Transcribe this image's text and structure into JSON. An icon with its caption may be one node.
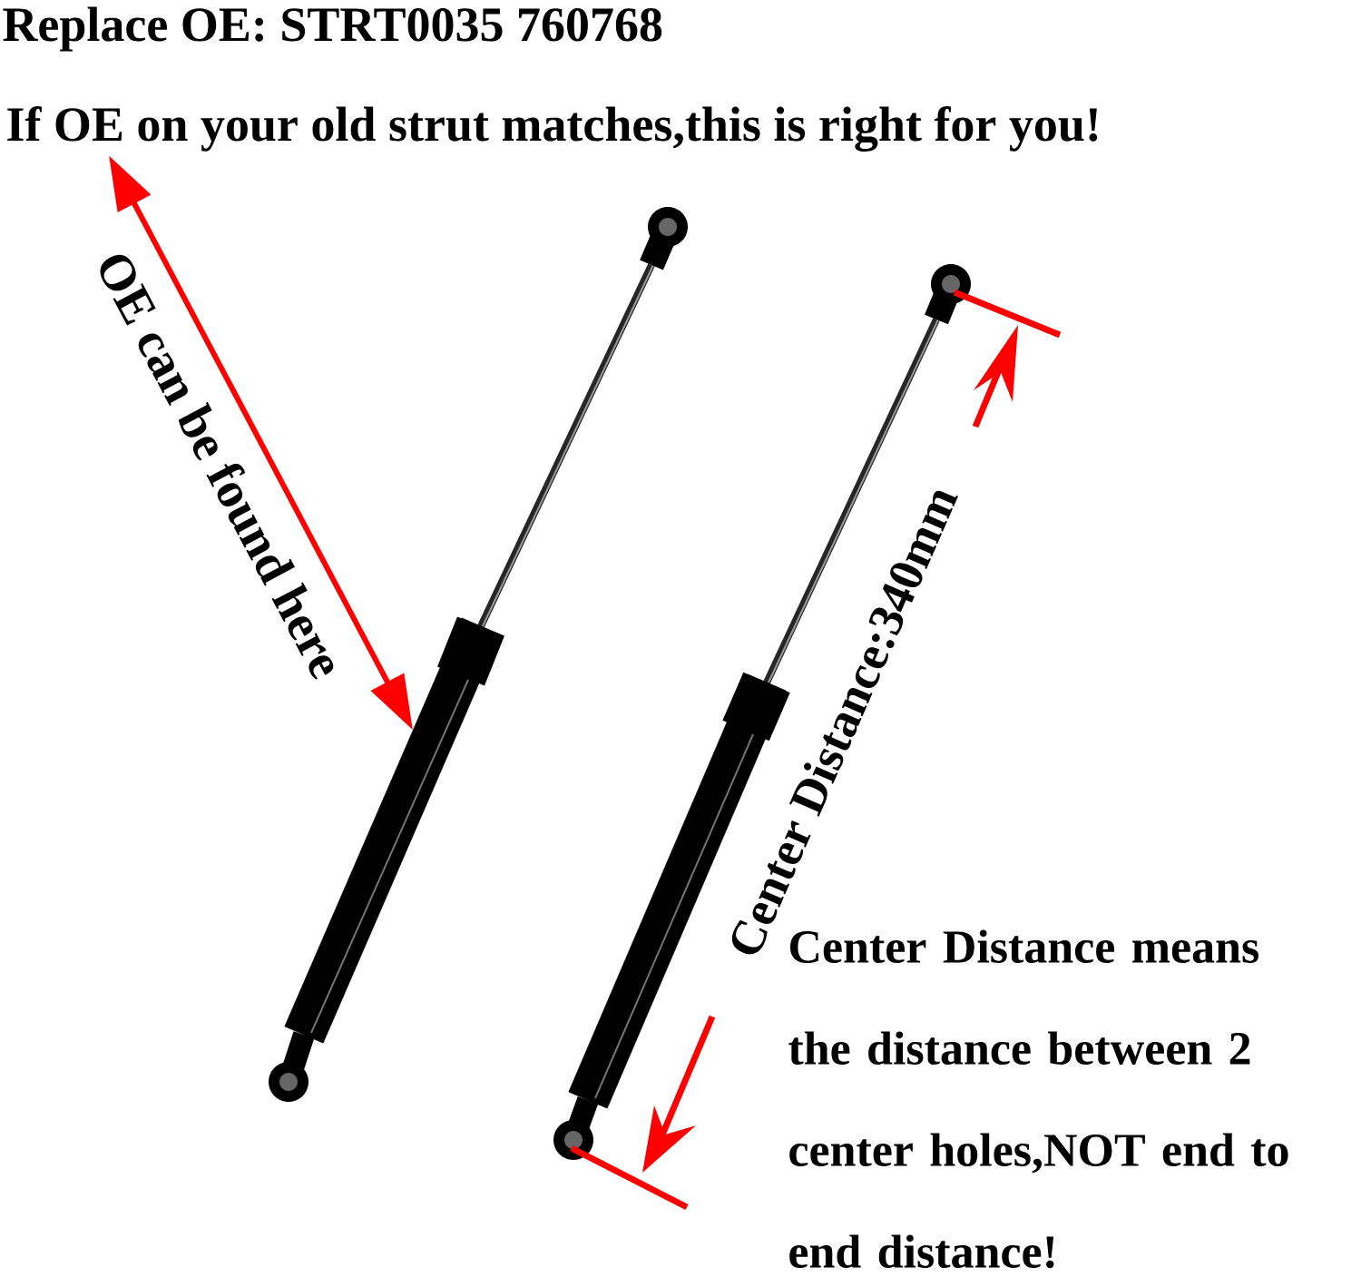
{
  "diagram": {
    "title": "Replace OE: STRT0035 760768",
    "nodes": [
      {
        "text": [
          "If OE on your old strut matches,this is right for you!"
        ]
      },
      {
        "text": [],
        "shape": "picture"
      },
      {
        "text": [],
        "shape": "picture"
      }
    ],
    "edges": [
      {
        "from": 0,
        "to": 1,
        "arrow": "both",
        "label": "OE can be found here"
      }
    ],
    "labels": [
      "Center Distance:340mm",
      "Center Distance means the distance between 2 center holes,NOT end to end distance!"
    ]
  }
}
